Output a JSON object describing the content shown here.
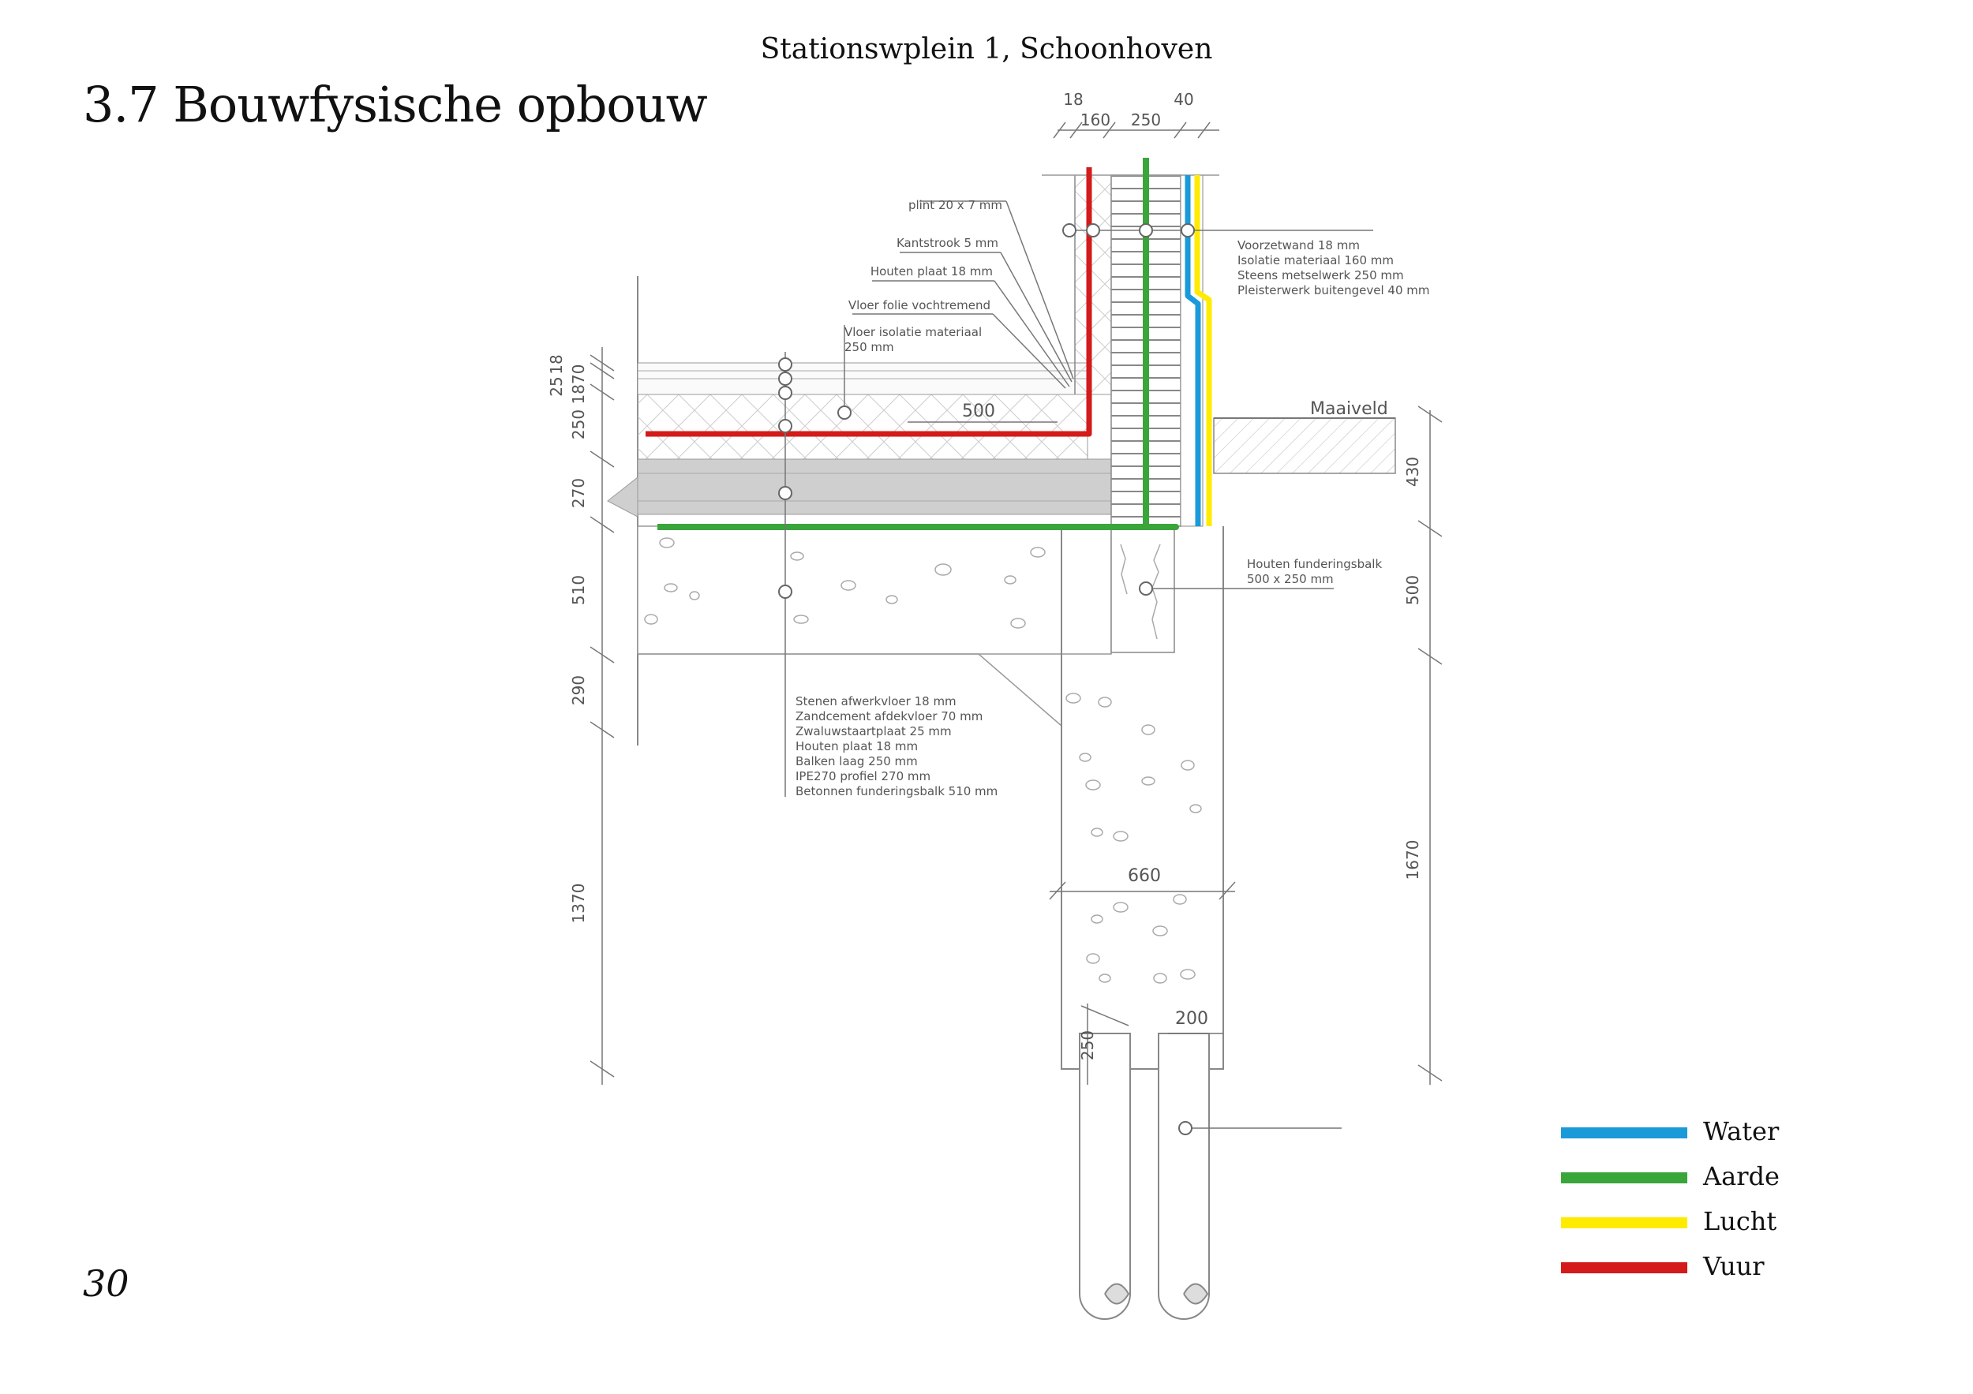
{
  "header": {
    "title": "Stationswplein 1, Schoonhoven"
  },
  "section": {
    "title": "3.7 Bouwfysische opbouw"
  },
  "page": {
    "number": "30"
  },
  "dimensions": {
    "top_18": "18",
    "top_160": "160",
    "top_250": "250",
    "top_40": "40",
    "left_25": "25",
    "left_18": "18",
    "left_1870": "1870",
    "left_250": "250",
    "left_270": "270",
    "left_510": "510",
    "left_290": "290",
    "left_1370": "1370",
    "right_430": "430",
    "right_500": "500",
    "right_1670": "1670",
    "beam_500": "500",
    "foundation_width": "660",
    "pile_width": "200",
    "pile_height": "250"
  },
  "labels": {
    "plint": "plint 20 x 7 mm",
    "kantstrook": "Kantstrook 5 mm",
    "houten_plaat": "Houten plaat 18 mm",
    "vloer_folie": "Vloer folie vochtremend",
    "vloer_isolatie_1": "Vloer isolatie materiaal",
    "vloer_isolatie_2": "250 mm",
    "maaiveld": "Maaiveld",
    "wall_build_up": [
      "Voorzetwand 18 mm",
      "Isolatie materiaal 160 mm",
      "Steens metselwerk 250 mm",
      "Pleisterwerk buitengevel 40 mm"
    ],
    "foundation_beam": [
      "Houten funderingsbalk",
      "500 x 250 mm"
    ],
    "floor_build_up": [
      "Stenen afwerkvloer 18 mm",
      "Zandcement afdekvloer 70 mm",
      "Zwaluwstaartplaat 25 mm",
      "Houten plaat 18 mm",
      "Balken laag 250 mm",
      "IPE270 profiel 270 mm",
      "Betonnen funderingsbalk 510 mm"
    ]
  },
  "legend": [
    {
      "label": "Water",
      "color": "#1a9ad9"
    },
    {
      "label": "Aarde",
      "color": "#3aa53a"
    },
    {
      "label": "Lucht",
      "color": "#ffeb00"
    },
    {
      "label": "Vuur",
      "color": "#d41a1a"
    }
  ]
}
